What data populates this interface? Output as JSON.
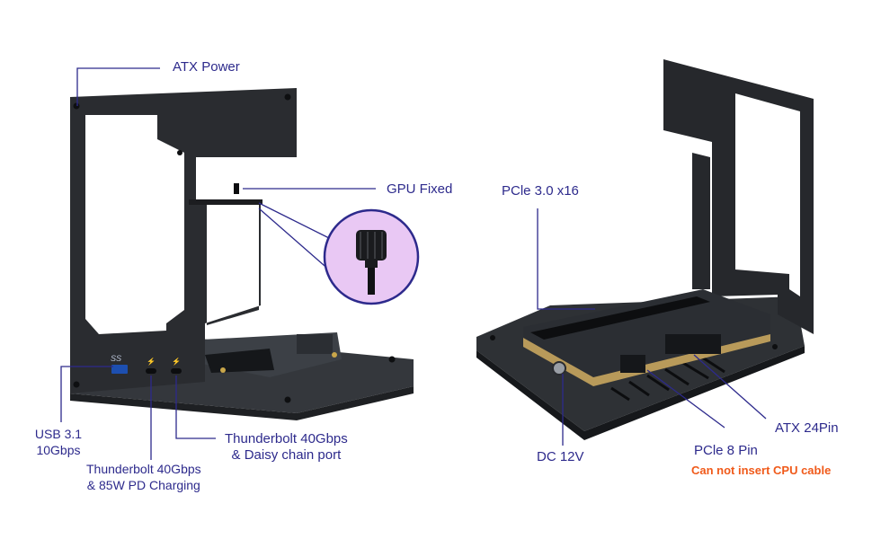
{
  "callouts": {
    "atx_power": "ATX Power",
    "gpu_fixed": "GPU  Fixed",
    "usb_line1": "USB 3.1",
    "usb_line2": "10Gbps",
    "tb_daisy_line1": "Thunderbolt 40Gbps",
    "tb_daisy_line2": "& Daisy chain port",
    "tb_pd_line1": "Thunderbolt 40Gbps",
    "tb_pd_line2": "& 85W PD Charging",
    "pcie_slot": "PCle 3.0 x16",
    "dc_12v": "DC 12V",
    "pcie_8pin": "PCle 8 Pin",
    "cpu_warning": "Can not insert CPU cable",
    "atx_24pin": "ATX 24Pin"
  },
  "usb_logo": "SS",
  "colors": {
    "callout": "#2d2a8c",
    "leader_line": "#2d2a8c",
    "warning": "#f05a1a",
    "metal": "#2a2c30",
    "zoom_circle": "#e9c8f4"
  }
}
